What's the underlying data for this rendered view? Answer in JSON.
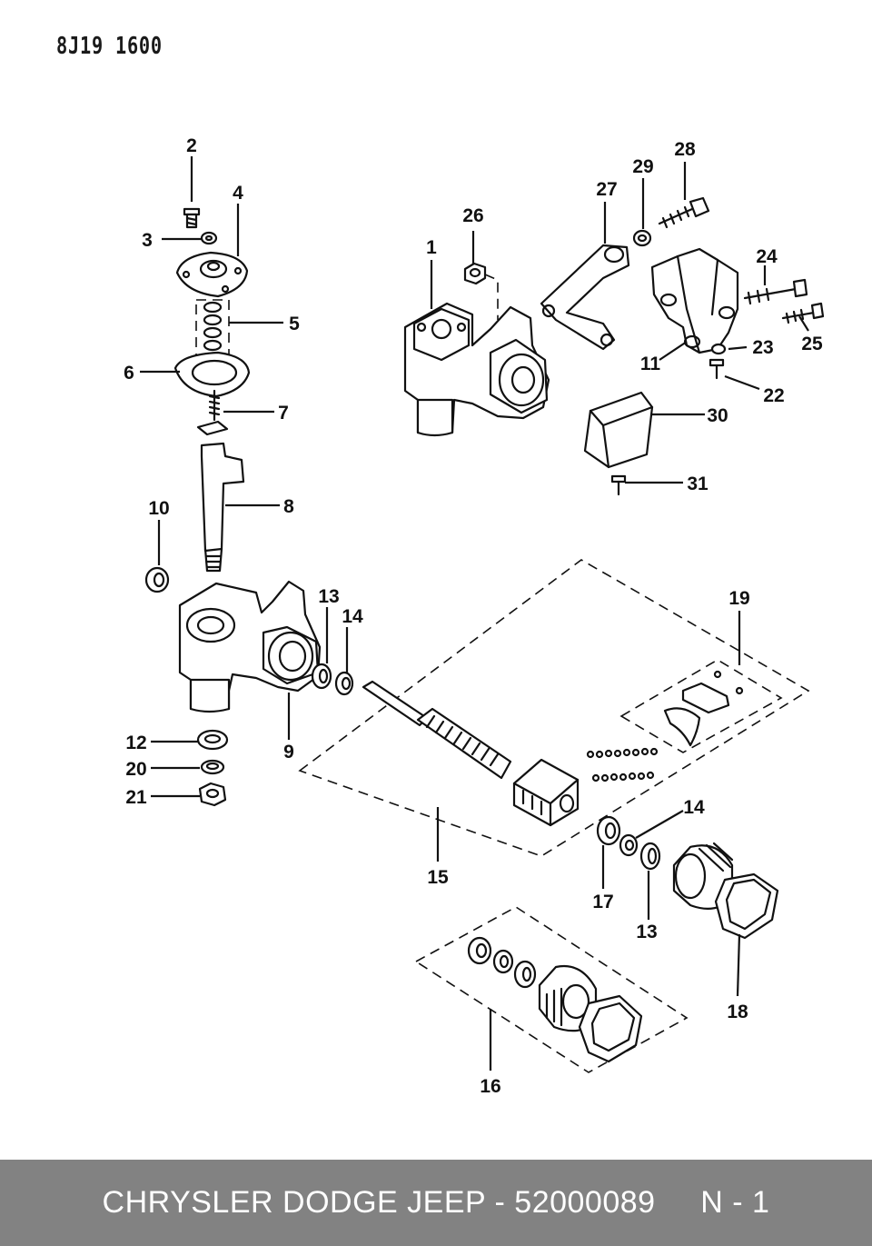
{
  "header": {
    "code": "8J19 1600"
  },
  "footer": {
    "caption": "CHRYSLER DODGE JEEP - 52000089     N - 1"
  },
  "callouts": {
    "c1": "1",
    "c2": "2",
    "c3": "3",
    "c4": "4",
    "c5": "5",
    "c6": "6",
    "c7": "7",
    "c8": "8",
    "c9": "9",
    "c10": "10",
    "c11": "11",
    "c12": "12",
    "c13a": "13",
    "c13b": "13",
    "c14a": "14",
    "c14b": "14",
    "c15": "15",
    "c16": "16",
    "c17": "17",
    "c18": "18",
    "c19": "19",
    "c20": "20",
    "c21": "21",
    "c22": "22",
    "c23": "23",
    "c24": "24",
    "c25": "25",
    "c26": "26",
    "c27": "27",
    "c28": "28",
    "c29": "29",
    "c30": "30",
    "c31": "31"
  }
}
